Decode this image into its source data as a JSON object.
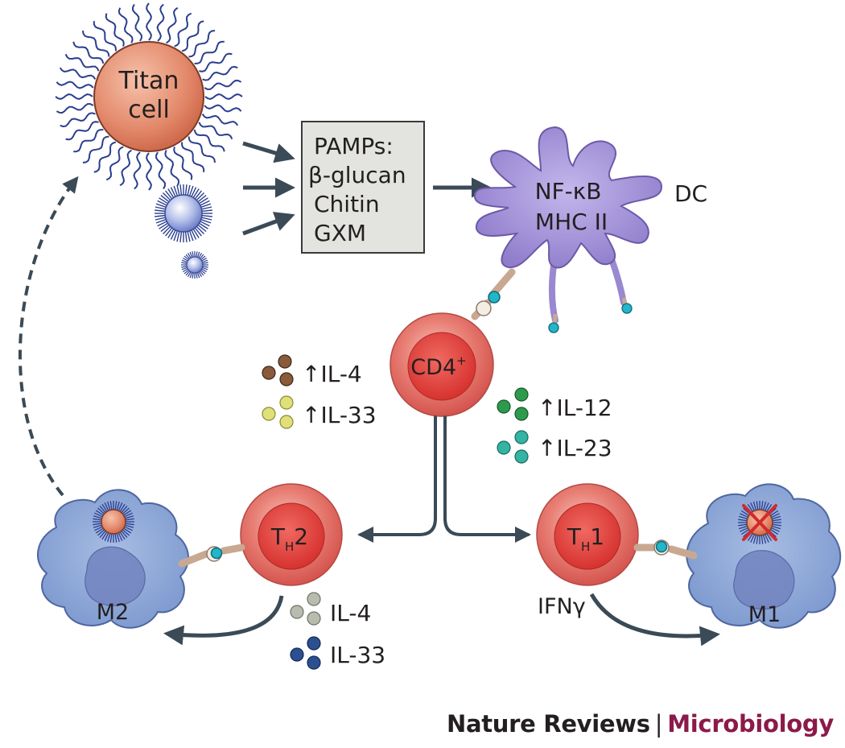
{
  "diagram": {
    "titan_cell": {
      "line1": "Titan",
      "line2": "cell"
    },
    "pamps_box": {
      "title": "PAMPs:",
      "items": [
        "β-glucan",
        "Chitin",
        "GXM"
      ]
    },
    "dendritic_cell": {
      "line1": "NF-κB",
      "line2": "MHC II",
      "label": "DC"
    },
    "cd4_cell": {
      "label": "CD4",
      "sup": "+"
    },
    "th2_cell": {
      "main": "T",
      "sub": "H",
      "suffix": "2"
    },
    "th1_cell": {
      "main": "T",
      "sub": "H",
      "suffix": "1"
    },
    "m2_label": "M2",
    "m1_label": "M1",
    "cytokines_upper_left": [
      {
        "label": "↑IL-4",
        "color": "#8a5a3a"
      },
      {
        "label": "↑IL-33",
        "color": "#dfe07a"
      }
    ],
    "cytokines_upper_right": [
      {
        "label": "↑IL-12",
        "color": "#2f9a4c"
      },
      {
        "label": "↑IL-23",
        "color": "#35b3a3"
      }
    ],
    "cytokines_lower_left": [
      {
        "label": "IL-4",
        "color": "#b8bcae"
      },
      {
        "label": "IL-33",
        "color": "#2c4f8f"
      }
    ],
    "ifn_label": "IFNγ"
  },
  "footer": {
    "journal": "Nature Reviews",
    "separator": "|",
    "section": "Microbiology"
  },
  "colors": {
    "journal": "#231f20",
    "section": "#8b1a4a",
    "arrow": "#3a4a56",
    "cell_red": "#e0625a",
    "dc_purple": "#9a88d0",
    "macrophage_blue": "#7d99cf"
  }
}
